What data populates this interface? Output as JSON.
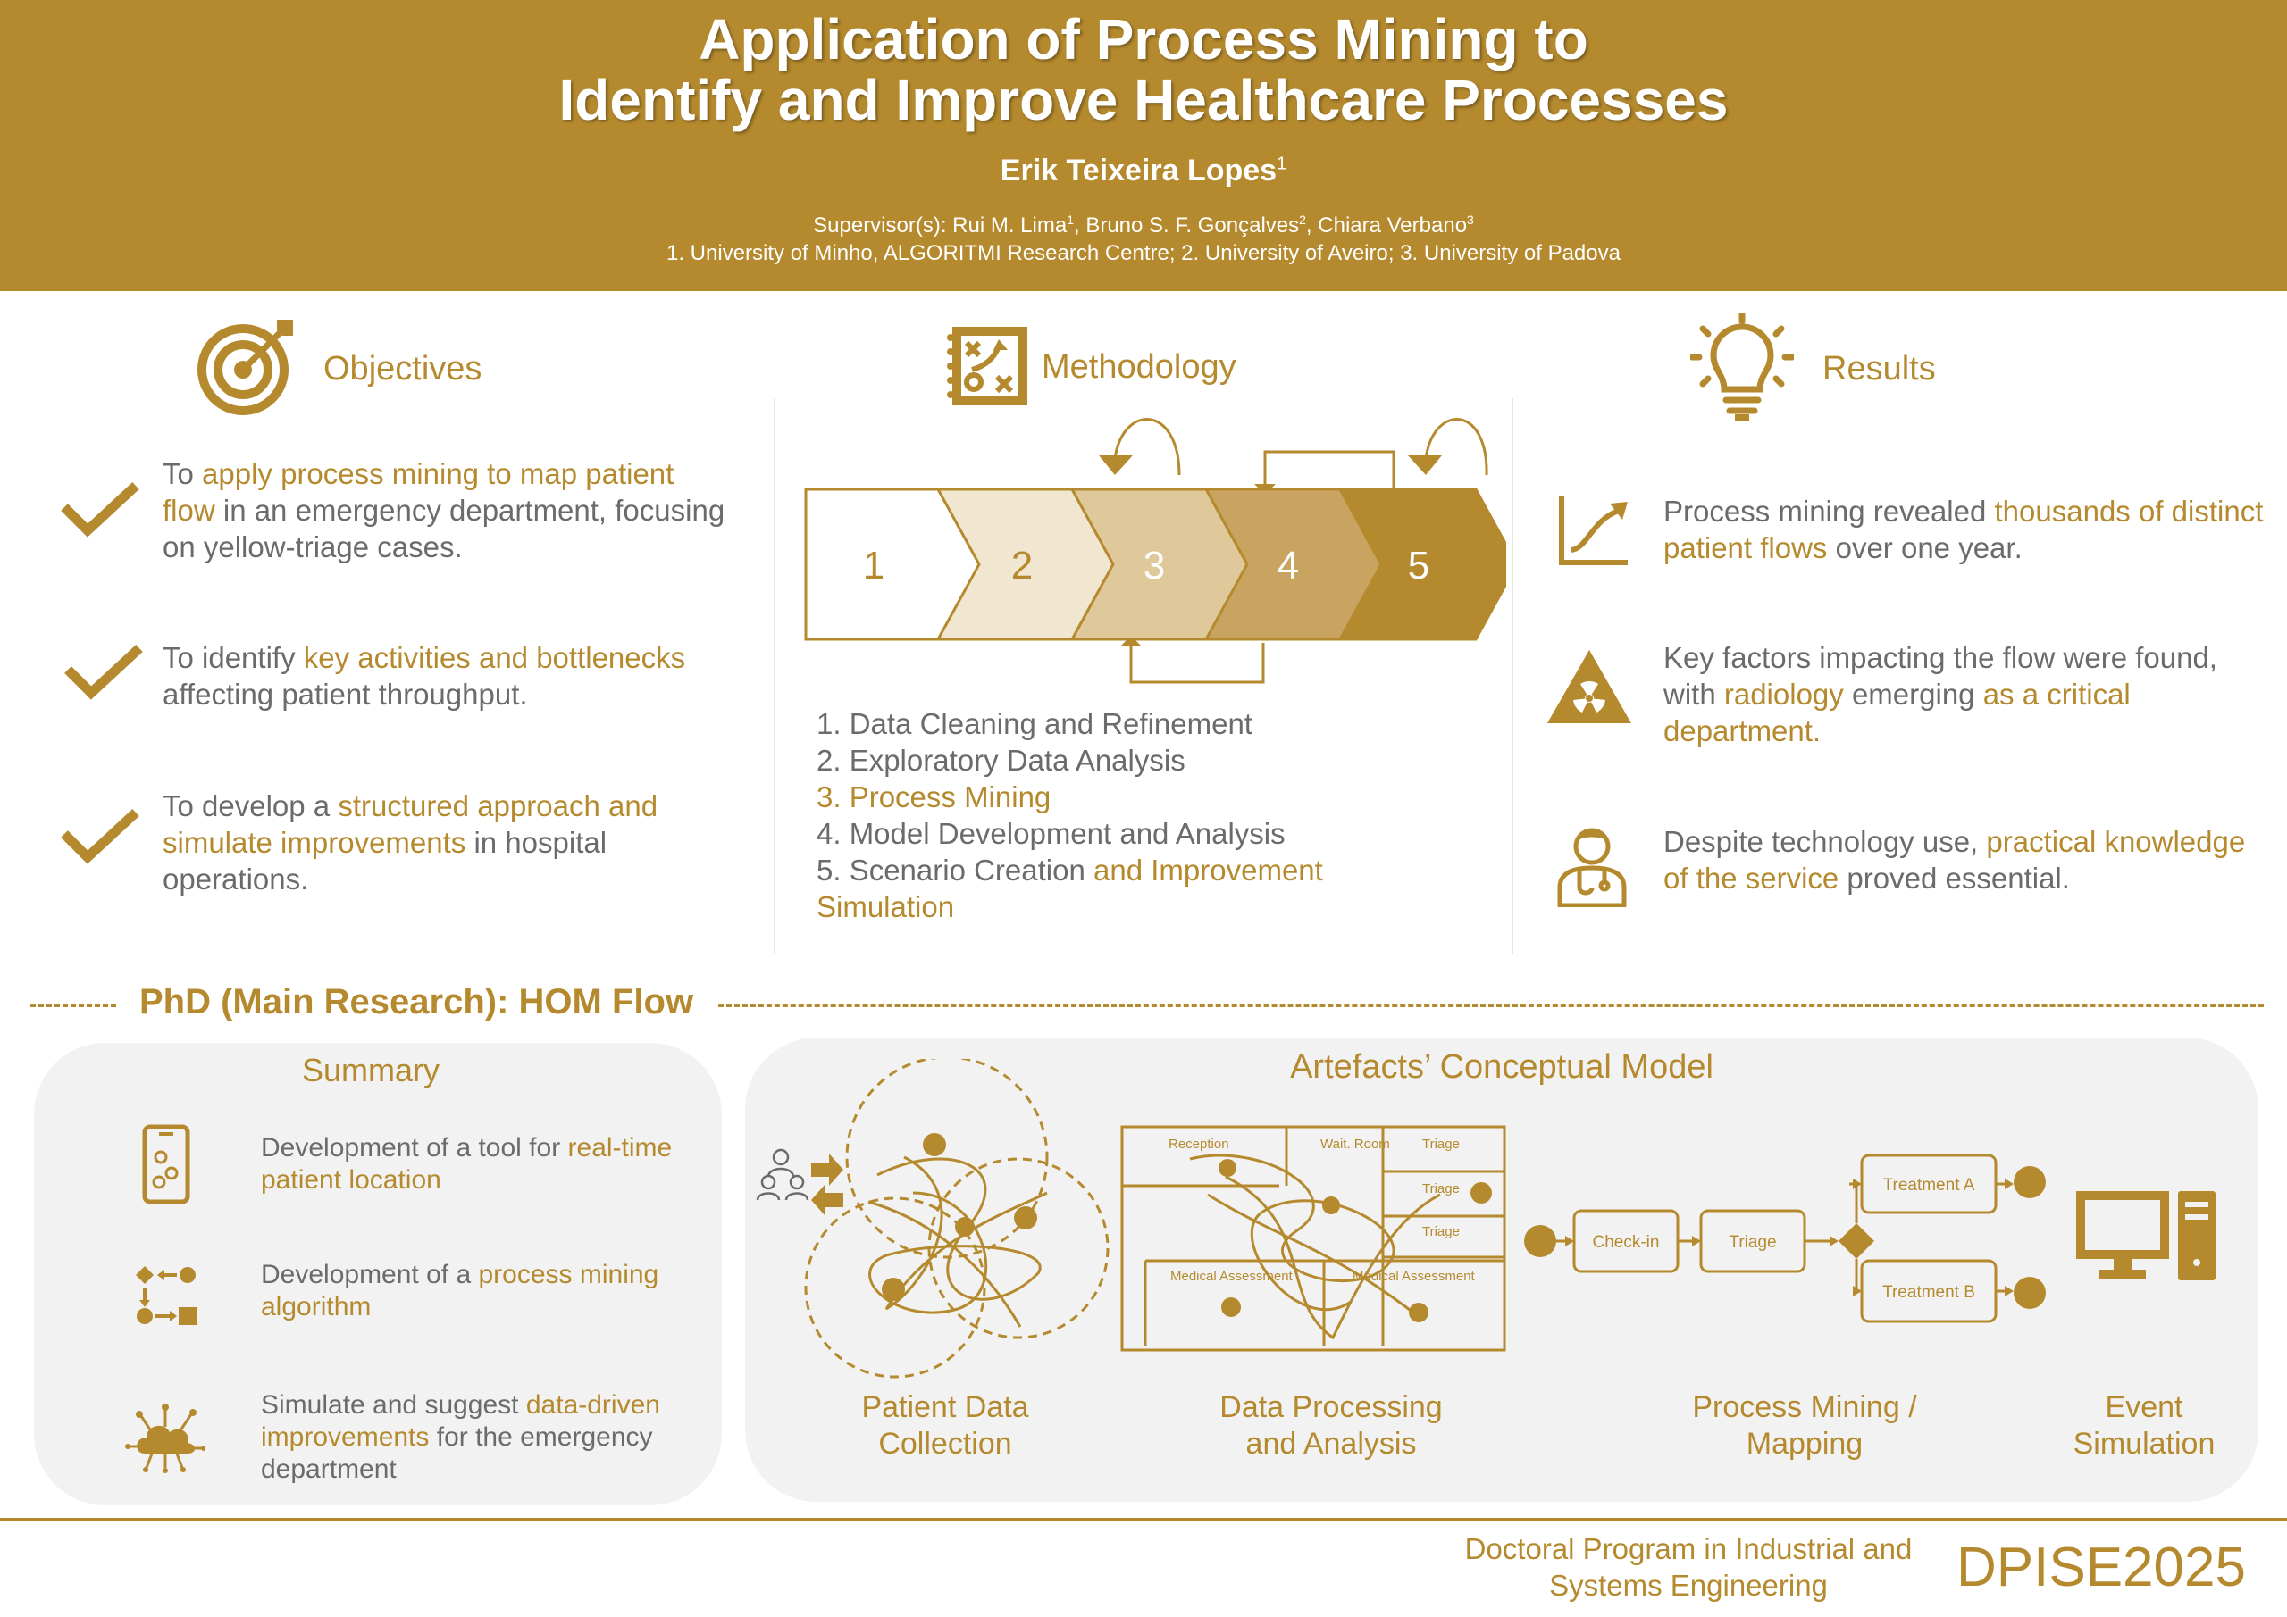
{
  "header": {
    "title_line1": "Application of Process Mining to",
    "title_line2": "Identify and Improve Healthcare Processes",
    "author": "Erik Teixeira Lopes",
    "author_sup": "1",
    "supervisors_prefix": "Supervisor(s): Rui M. Lima",
    "sup1": "1",
    "supervisor2": ", Bruno S. F. Gonçalves",
    "sup2": "2",
    "supervisor3": ", Chiara Verbano",
    "sup3": "3",
    "affiliations": "1. University of Minho, ALGORITMI Research Centre; 2. University of Aveiro; 3. University of Padova"
  },
  "objectives": {
    "title": "Objectives",
    "items": [
      {
        "pre": "To ",
        "hl": "apply process mining to map patient flow",
        "post": " in an emergency department, focusing on yellow-triage cases."
      },
      {
        "pre": "To identify ",
        "hl": "key activities and bottlenecks",
        "post": " affecting patient throughput."
      },
      {
        "pre": "To develop a ",
        "hl": "structured approach and simulate improvements",
        "post": " in hospital operations."
      }
    ]
  },
  "methodology": {
    "title": "Methodology",
    "steps": [
      "1",
      "2",
      "3",
      "4",
      "5"
    ],
    "list": [
      {
        "pre": "1. Data Cleaning and Refinement",
        "hl": ""
      },
      {
        "pre": "2. Exploratory Data Analysis",
        "hl": ""
      },
      {
        "pre": "",
        "hl": "3. Process Mining"
      },
      {
        "pre": "4. Model Development and Analysis",
        "hl": ""
      },
      {
        "pre": "5. Scenario Creation ",
        "hl": "and Improvement Simulation"
      }
    ]
  },
  "results": {
    "title": "Results",
    "items": [
      {
        "pre": "Process mining revealed ",
        "hl": "thousands of distinct patient flows",
        "post": " over one year."
      },
      {
        "pre": "Key factors impacting the flow were found, with ",
        "hl": "radiology",
        "mid": " emerging ",
        "hl2": "as a critical department.",
        "post": ""
      },
      {
        "pre": "Despite technology use, ",
        "hl": "practical knowledge of the service",
        "post": " proved essential."
      }
    ]
  },
  "phd": {
    "title": "PhD (Main Research): HOM Flow"
  },
  "summary": {
    "title": "Summary",
    "items": [
      {
        "pre": "Development of a tool for ",
        "hl": "real-time patient location",
        "post": ""
      },
      {
        "pre": "Development of a ",
        "hl": "process mining algorithm",
        "post": ""
      },
      {
        "pre": "Simulate and suggest ",
        "hl": "data-driven improvements",
        "post": " for the emergency department"
      }
    ]
  },
  "artefacts": {
    "title": "Artefacts’ Conceptual Model",
    "floorplan": {
      "reception": "Reception",
      "waiting": "Wait. Room",
      "triage1": "Triage",
      "triage2": "Triage",
      "triage3": "Triage",
      "medical1": "Medical Assessment",
      "medical2": "Medical Assessment"
    },
    "process": {
      "checkin": "Check-in",
      "triage": "Triage",
      "treatment_a": "Treatment A",
      "treatment_b": "Treatment B"
    },
    "stages": [
      {
        "l1": "Patient Data",
        "l2": "Collection"
      },
      {
        "l1": "Data Processing",
        "l2": "and Analysis"
      },
      {
        "l1": "Process Mining /",
        "l2": "Mapping"
      },
      {
        "l1": "Event",
        "l2": "Simulation"
      }
    ]
  },
  "footer": {
    "program_l1": "Doctoral Program in Industrial and",
    "program_l2": "Systems Engineering",
    "code": "DPISE2025"
  },
  "colors": {
    "gold": "#b58a2e",
    "text": "#6b6b6b",
    "panel": "#f2f2f2"
  }
}
